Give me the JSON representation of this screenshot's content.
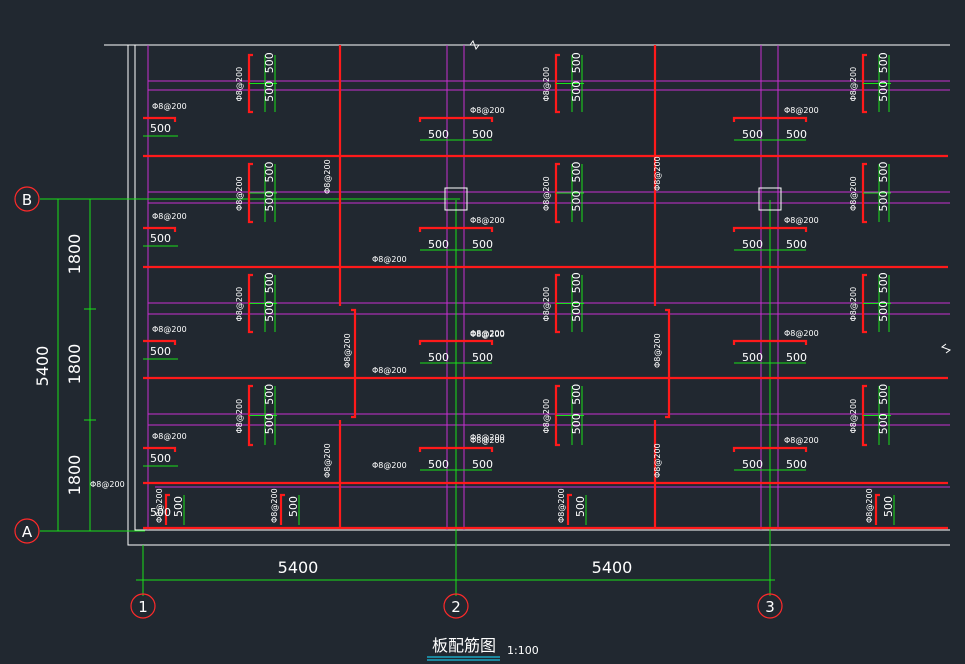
{
  "title": "板配筋图",
  "scale": "1:100",
  "axes": {
    "rows": [
      "B",
      "A"
    ],
    "cols": [
      "1",
      "2",
      "3"
    ]
  },
  "dimensions": {
    "spans_x": [
      "5400",
      "5400"
    ],
    "spans_y": [
      "1800",
      "1800",
      "1800"
    ],
    "total_y": "5400"
  },
  "labels": {
    "bar_len": "500",
    "rebar": "Φ8@200"
  },
  "colors": {
    "background": "#212830",
    "slab_edge": "#ffffff",
    "beam": "#c62fd1",
    "rebar": "#ff1a1a",
    "dim": "#19e019",
    "axis": "#ff2a2a"
  }
}
